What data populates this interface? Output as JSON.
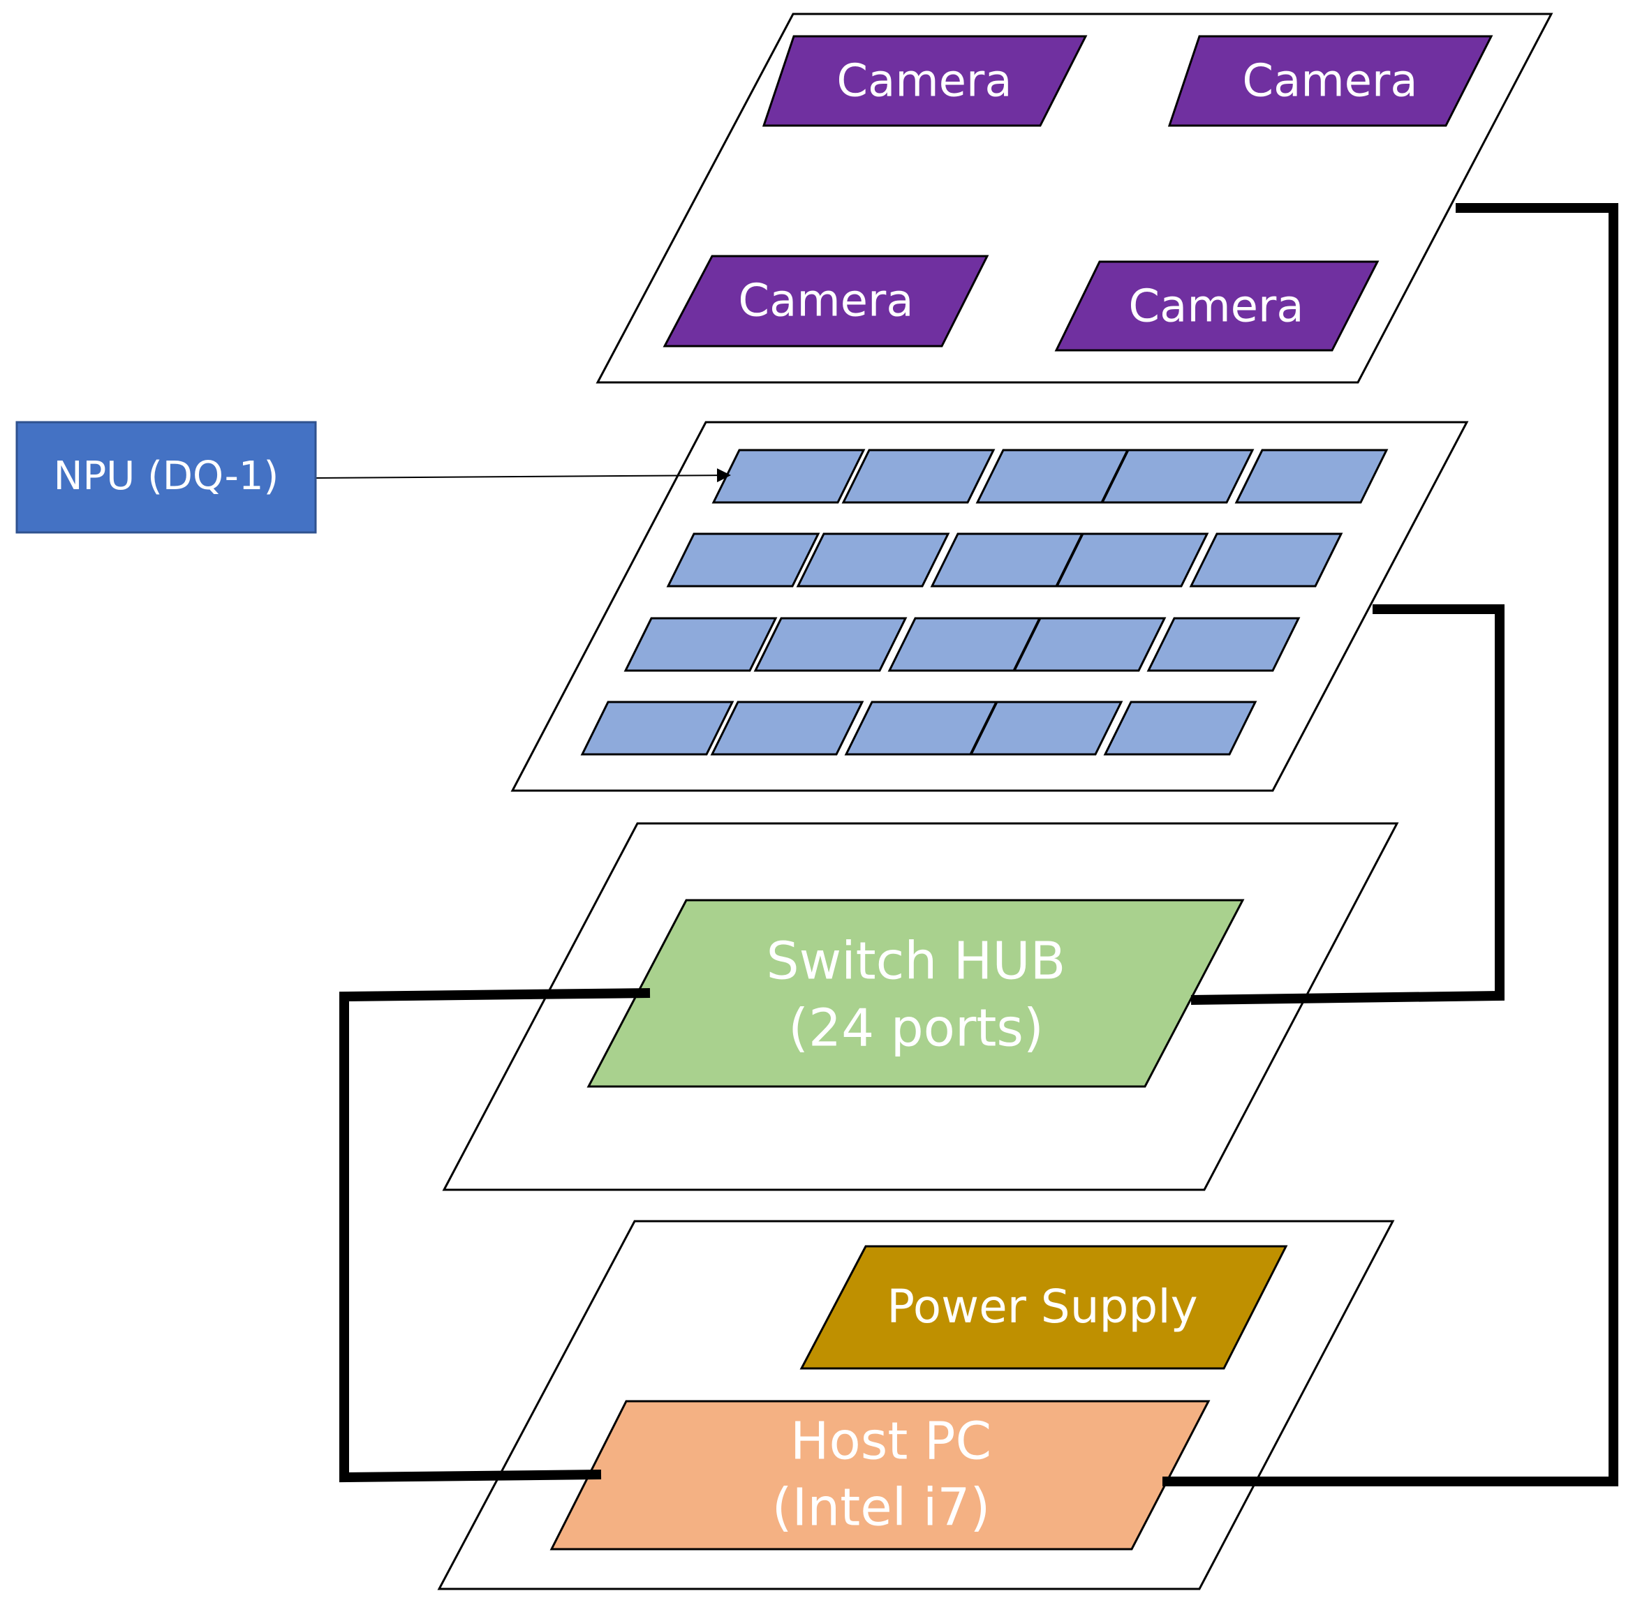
{
  "camera_layer": {
    "cameras": [
      {
        "label": "Camera"
      },
      {
        "label": "Camera"
      },
      {
        "label": "Camera"
      },
      {
        "label": "Camera"
      }
    ]
  },
  "npu_layer": {
    "callout_label": "NPU (DQ-1)",
    "rows": 4,
    "columns": 5
  },
  "switch_layer": {
    "line1": "Switch HUB",
    "line2": "(24 ports)"
  },
  "base_layer": {
    "power_supply": "Power Supply",
    "host_pc_line1": "Host PC",
    "host_pc_line2": "(Intel i7)"
  },
  "colors": {
    "camera": "#7030a0",
    "npu_chip": "#8eaadb",
    "npu_callout": "#4472c4",
    "switch_hub": "#a9d18e",
    "power_supply": "#bf9000",
    "host_pc": "#f4b183",
    "layer_plate": "#ffffff",
    "outline": "#000000",
    "text": "#ffffff"
  }
}
